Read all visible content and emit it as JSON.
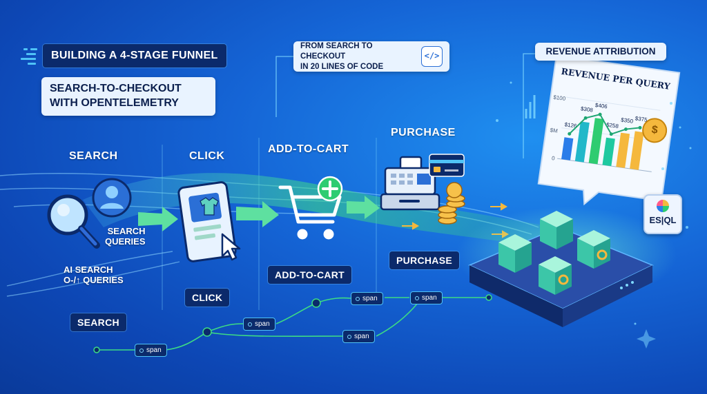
{
  "header": {
    "title": "BUILDING A 4-STAGE FUNNEL",
    "subtitle_line1": "SEARCH-TO-CHECKOUT",
    "subtitle_line2": "WITH OPENTELEMETRY"
  },
  "callout": {
    "line1": "FROM SEARCH TO CHECKOUT",
    "line2": "IN 20 LINES OF CODE",
    "icon": "code-icon"
  },
  "revenue": {
    "tag": "REVENUE ATTRIBUTION",
    "card_title": "REVENUE PER QUERY",
    "axis_top": "$100",
    "axis_mid": "$M",
    "axis_zero": "0",
    "value_labels": [
      "$126",
      "$308",
      "$406",
      "$258",
      "$350",
      "$375"
    ],
    "coin_symbol": "$",
    "esql_label": "ES|QL",
    "bar_colors": [
      "#2b7de9",
      "#22b8c9",
      "#2ecc71",
      "#1ec9a0",
      "#f5b83d",
      "#f5b83d"
    ]
  },
  "stages": {
    "search": "SEARCH",
    "click": "CLICK",
    "add_to_cart": "ADD-TO-CART",
    "purchase": "PURCHASE"
  },
  "annotations": {
    "search_queries_1": "SEARCH",
    "search_queries_2": "QUERIES",
    "ai_queries_1": "AI SEARCH",
    "ai_queries_2": "O-/↑ QUERIES"
  },
  "bottom_tags": {
    "search": "SEARCH",
    "click": "CLICK",
    "add_to_cart": "ADD-TO-CART",
    "purchase": "PURCHASE"
  },
  "span_label": "span",
  "colors": {
    "accent_green": "#3ddc84",
    "accent_cyan": "#4fc3f7",
    "dark_navy": "#0b2a6b",
    "coin_gold": "#f5b83d"
  },
  "icons": [
    "magnifier-icon",
    "user-icon",
    "phone-icon",
    "shirt-icon",
    "cursor-icon",
    "cart-icon",
    "plus-icon",
    "cash-register-icon",
    "credit-card-icon",
    "coins-icon",
    "dollar-coin-icon",
    "server-icon",
    "cube-icon",
    "code-icon"
  ]
}
